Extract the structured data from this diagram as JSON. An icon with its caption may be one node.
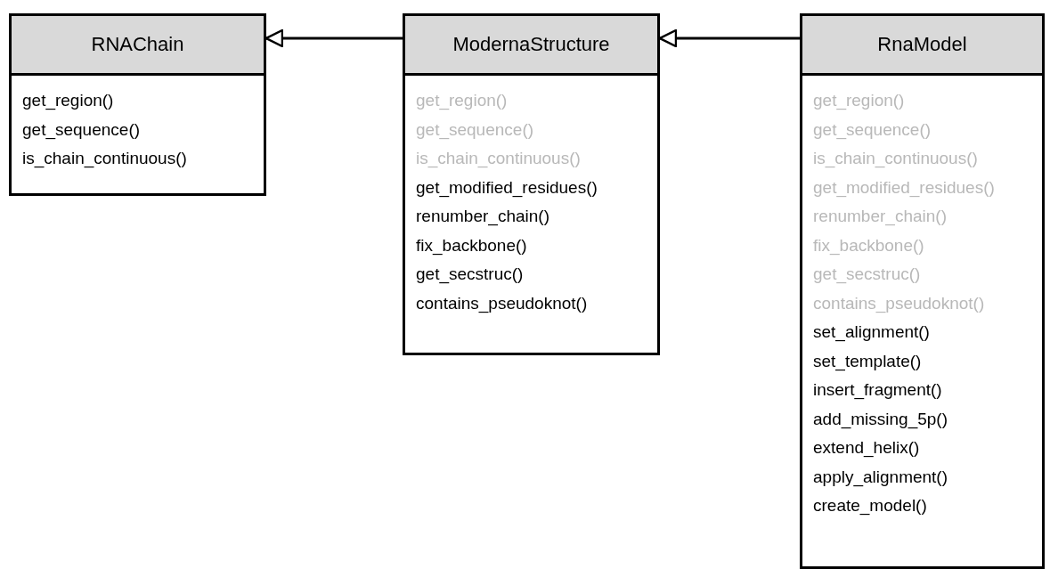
{
  "diagram": {
    "nodes": [
      {
        "text": [
          "RNAChain",
          "get_region()",
          "get_sequence()",
          "is_chain_continuous()"
        ]
      },
      {
        "text": [
          "ModernaStructure",
          "get_region()",
          "get_sequence()",
          "is_chain_continuous()",
          "get_modified_residues()",
          "renumber_chain()",
          "fix_backbone()",
          "get_secstruc()",
          "contains_pseudoknot()"
        ]
      },
      {
        "text": [
          "RnaModel",
          "get_region()",
          "get_sequence()",
          "is_chain_continuous()",
          "get_modified_residues()",
          "renumber_chain()",
          "fix_backbone()",
          "get_secstruc()",
          "contains_pseudoknot()",
          "set_alignment()",
          "set_template()",
          "insert_fragment()",
          "add_missing_5p()",
          "extend_helix()",
          "apply_alignment()",
          "create_model()"
        ]
      }
    ],
    "edges": [
      {
        "from": 1,
        "to": 0,
        "arrow": "to"
      },
      {
        "from": 2,
        "to": 1,
        "arrow": "to"
      }
    ]
  }
}
